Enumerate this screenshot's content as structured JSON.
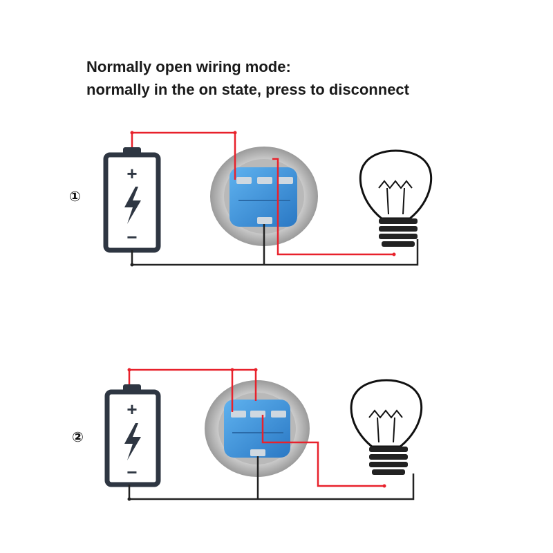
{
  "header": {
    "line1": "Normally open wiring mode:",
    "line2": "normally in the on state, press to disconnect"
  },
  "circuits": [
    {
      "number": "①"
    },
    {
      "number": "②"
    }
  ],
  "battery": {
    "plus": "+",
    "minus": "−"
  },
  "colors": {
    "positive_wire": "#e8212b",
    "negative_wire": "#222222",
    "battery_outline": "#2e3642",
    "switch_base": "#3a8fd6",
    "switch_ring": "#c9c9c9"
  }
}
